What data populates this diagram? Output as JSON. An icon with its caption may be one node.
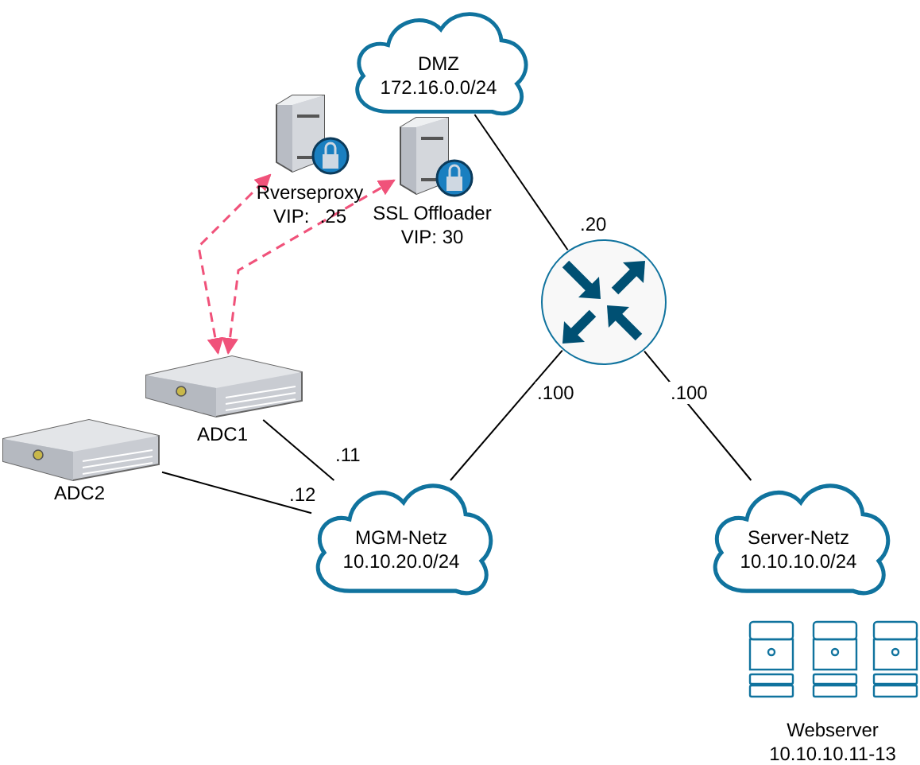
{
  "diagram": {
    "nodes": [
      {
        "text": [
          "DMZ",
          "172.16.0.0/24"
        ]
      },
      {
        "text": [],
        "shape": "picture",
        "beside": [
          "Rverseproxy",
          "VIP:  .25"
        ]
      },
      {
        "text": [],
        "shape": "picture",
        "beside": [
          "SSL Offloader",
          "VIP: 30"
        ]
      },
      {
        "text": [],
        "shape": "circle"
      },
      {
        "text": [],
        "shape": "picture",
        "beside": [
          "ADC1"
        ]
      },
      {
        "text": [],
        "shape": "picture",
        "beside": [
          "ADC2"
        ]
      },
      {
        "text": [
          "MGM-Netz",
          "10.10.20.0/24"
        ]
      },
      {
        "text": [
          "Server-Netz",
          "10.10.10.0/24"
        ]
      }
    ],
    "edges": [
      {
        "from": 0,
        "to": 3,
        "arrow": "none",
        "label": ".20"
      },
      {
        "from": 3,
        "to": 6,
        "arrow": "none",
        "label": ".100"
      },
      {
        "from": 3,
        "to": 7,
        "arrow": "none",
        "label": ".100"
      },
      {
        "from": 4,
        "to": 6,
        "arrow": "none",
        "label": ".11"
      },
      {
        "from": 5,
        "to": 6,
        "arrow": "none",
        "label": ".12"
      },
      {
        "from": 4,
        "to": 1,
        "arrow": "both",
        "style": "dashed",
        "color": "#f0527a"
      },
      {
        "from": 4,
        "to": 2,
        "arrow": "both",
        "style": "dashed",
        "color": "#f0527a"
      }
    ],
    "labels": [
      "Webserver",
      "10.10.10.11-13"
    ]
  }
}
